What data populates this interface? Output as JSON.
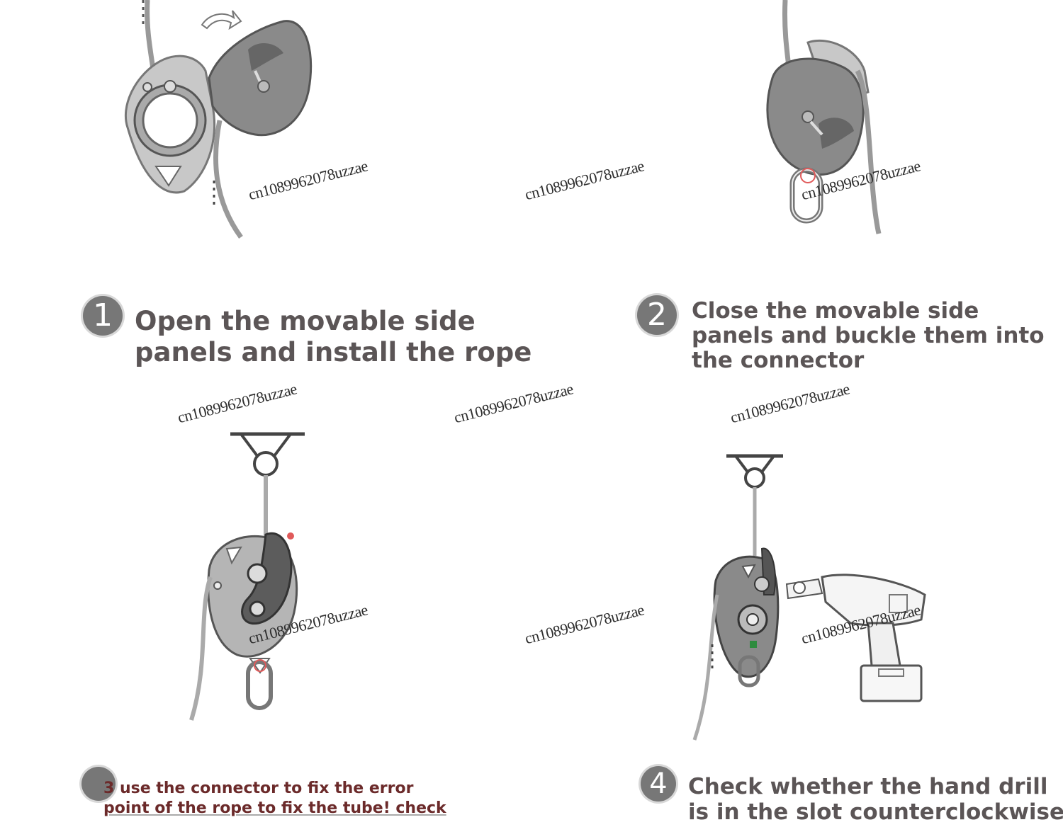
{
  "watermark_text": "cn1089962078uzzae",
  "steps": [
    {
      "number": "1",
      "lines": [
        "Open the movable side",
        "panels and install the rope"
      ]
    },
    {
      "number": "2",
      "lines": [
        "Close the movable side",
        "panels and buckle them into",
        "the connector"
      ]
    },
    {
      "number": "3",
      "lines": [
        "3 use the connector to fix the error",
        "point of the rope to fix the tube! check"
      ]
    },
    {
      "number": "4",
      "lines": [
        "Check whether the hand drill",
        "is in the slot counterclockwise"
      ]
    }
  ],
  "colors": {
    "device_gray": "#8a8a8a",
    "text_gray": "#5b5556",
    "red_caption": "#6b2a2a",
    "accent_red": "#e05a5a",
    "accent_green": "#2e8b3e"
  }
}
